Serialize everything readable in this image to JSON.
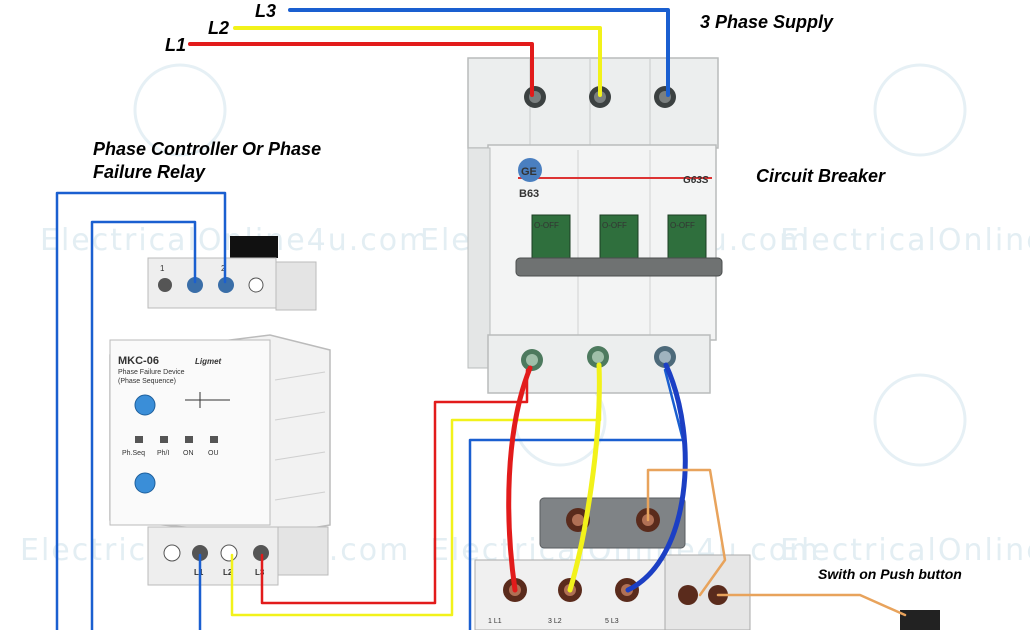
{
  "labels": {
    "l1": "L1",
    "l2": "L2",
    "l3": "L3",
    "supply": "3 Phase Supply",
    "relay_line1": "Phase Controller Or  Phase",
    "relay_line2": "Failure Relay",
    "breaker": "Circuit Breaker",
    "push_button": "Swith on Push button"
  },
  "watermark": "ElectricalOnline4u.com",
  "relay": {
    "model": "MKC-06",
    "brand": "Ligmet",
    "desc1": "Phase Failure Device",
    "desc2": "(Phase Sequence)",
    "top_terminals": [
      "1",
      "2"
    ],
    "bottom_terminals": [
      "L1",
      "L2",
      "L3"
    ],
    "leds": [
      "Ph.Seq",
      "Ph/I",
      "ON",
      "OU"
    ]
  },
  "breaker": {
    "logo": "GE",
    "rating_left": "B63",
    "rating_right": "G63S",
    "off_label": "O-OFF"
  },
  "contactor": {
    "terminals": [
      "1 L1",
      "3 L2",
      "5 L3"
    ]
  },
  "colors": {
    "red": "#e21b1b",
    "yellow": "#f2f21a",
    "blue": "#1a5fd0",
    "dark_blue": "#1c3fc4",
    "orange": "#e8a35c"
  }
}
